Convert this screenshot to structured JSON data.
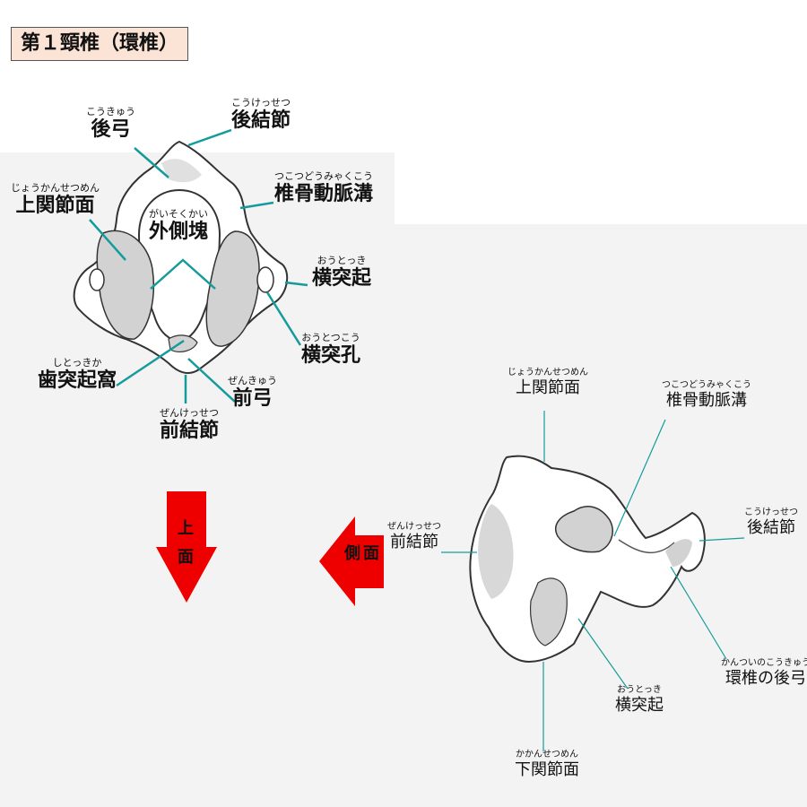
{
  "title": "第１頸椎（環椎）",
  "top_view": {
    "labels": {
      "kouou": {
        "ruby": "こうきゅう",
        "text": "後弓"
      },
      "koukessetsu": {
        "ruby": "こうけっせつ",
        "text": "後結節"
      },
      "joukan": {
        "ruby": "じょうかんせつめん",
        "text": "上関節面"
      },
      "tsuikotsu": {
        "ruby": "つこつどうみゃくこう",
        "text": "椎骨動脈溝"
      },
      "gaisokukai": {
        "ruby": "がいそくかい",
        "text": "外側塊"
      },
      "outokki": {
        "ruby": "おうとっき",
        "text": "横突起"
      },
      "outokkou": {
        "ruby": "おうとつこう",
        "text": "横突孔"
      },
      "shitokkika": {
        "ruby": "しとっきか",
        "text": "歯突起窩"
      },
      "zenkyuu": {
        "ruby": "ぜんきゅう",
        "text": "前弓"
      },
      "zenkessetsu": {
        "ruby": "ぜんけっせつ",
        "text": "前結節"
      }
    }
  },
  "side_view": {
    "labels": {
      "joukan": {
        "ruby": "じょうかんせつめん",
        "text": "上関節面"
      },
      "tsuikotsu": {
        "ruby": "つこつどうみゃくこう",
        "text": "椎骨動脈溝"
      },
      "zenkessetsu": {
        "ruby": "ぜんけっせつ",
        "text": "前結節"
      },
      "koukessetsu": {
        "ruby": "こうけっせつ",
        "text": "後結節"
      },
      "kantsui_kouou": {
        "ruby": "かんついのこうきゅう",
        "text": "環椎の後弓"
      },
      "outokki": {
        "ruby": "おうとっき",
        "text": "横突起"
      },
      "kakan": {
        "ruby": "かかんせつめん",
        "text": "下関節面"
      }
    }
  },
  "arrows": {
    "top": {
      "chars": [
        "上",
        "面"
      ]
    },
    "side": {
      "chars": [
        "側",
        "面"
      ]
    }
  },
  "colors": {
    "leader": "#159b9b",
    "arrow": "#ee0000",
    "bone_fill": "#ffffff",
    "bone_shade": "#d2d2d2",
    "title_bg": "#fbe3d6"
  }
}
